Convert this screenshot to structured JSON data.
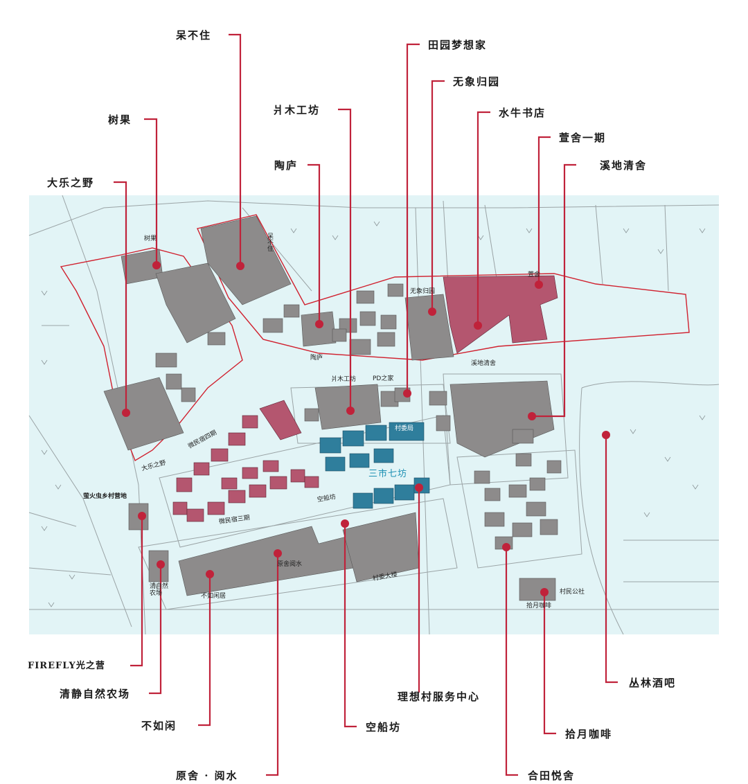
{
  "colors": {
    "map_background": "#e2f4f6",
    "building_gray": "#8d8b8b",
    "building_red": "#b4566f",
    "building_blue": "#2f7e9c",
    "callout_line": "#c0223a",
    "outline_red": "#d0202e"
  },
  "icon_names": [
    "location-dot-icon",
    "tree-symbol-icon"
  ],
  "callouts": [
    {
      "id": "songcaibuzhu",
      "label": "呆不住"
    },
    {
      "id": "shuguo",
      "label": "树果"
    },
    {
      "id": "daleziye",
      "label": "大乐之野"
    },
    {
      "id": "panmugongfang",
      "label": "爿木工坊"
    },
    {
      "id": "taolu",
      "label": "陶庐"
    },
    {
      "id": "tianyuanmengxiangjia",
      "label": "田园梦想家"
    },
    {
      "id": "wuxiangguiyuan",
      "label": "无象归园"
    },
    {
      "id": "shuiniushudian",
      "label": "水牛书店"
    },
    {
      "id": "xuanshe",
      "label": "萱舍一期"
    },
    {
      "id": "xidiqingshe",
      "label": "溪地清舍"
    },
    {
      "id": "firefly",
      "label": "FIREFLY光之营"
    },
    {
      "id": "qingjingziran",
      "label": "清静自然农场"
    },
    {
      "id": "burumin",
      "label": "不如闲"
    },
    {
      "id": "yuanshe",
      "label": "原舍 · 阅水"
    },
    {
      "id": "kongchuanfang",
      "label": "空船坊"
    },
    {
      "id": "lixiangcun",
      "label": "理想村服务中心"
    },
    {
      "id": "conglinjiuba",
      "label": "丛林酒吧"
    },
    {
      "id": "shiyuekafei",
      "label": "拾月咖啡"
    },
    {
      "id": "hetianyueshe",
      "label": "合田悦舍"
    }
  ],
  "map_labels": {
    "shuguo": "树果",
    "caibuzhu": "呆不住",
    "wuxiangguiyuan": "无象归园",
    "xuanshe": "萱舍",
    "taolu": "陶庐",
    "xidiqingshe": "溪地清舍",
    "panmugongfang": "爿木工坊",
    "pdzhijia": "PD之家",
    "cunweihui": "村委局",
    "weiminsu4": "微民宿四期",
    "daleziye": "大乐之野",
    "sanshiqifang": "三市七坊",
    "kongchuanfang": "空船坊",
    "weiminsu3": "微民宿三期",
    "yingguochong": "萤火虫乡村营地",
    "qingziran": "清自然农场",
    "buruxianju": "不如闲居",
    "yuanshe": "原舍阅水",
    "cunweidalou": "村委大楼",
    "cunmingongshe": "村民公社",
    "shiyuekafei": "拾月咖啡"
  }
}
